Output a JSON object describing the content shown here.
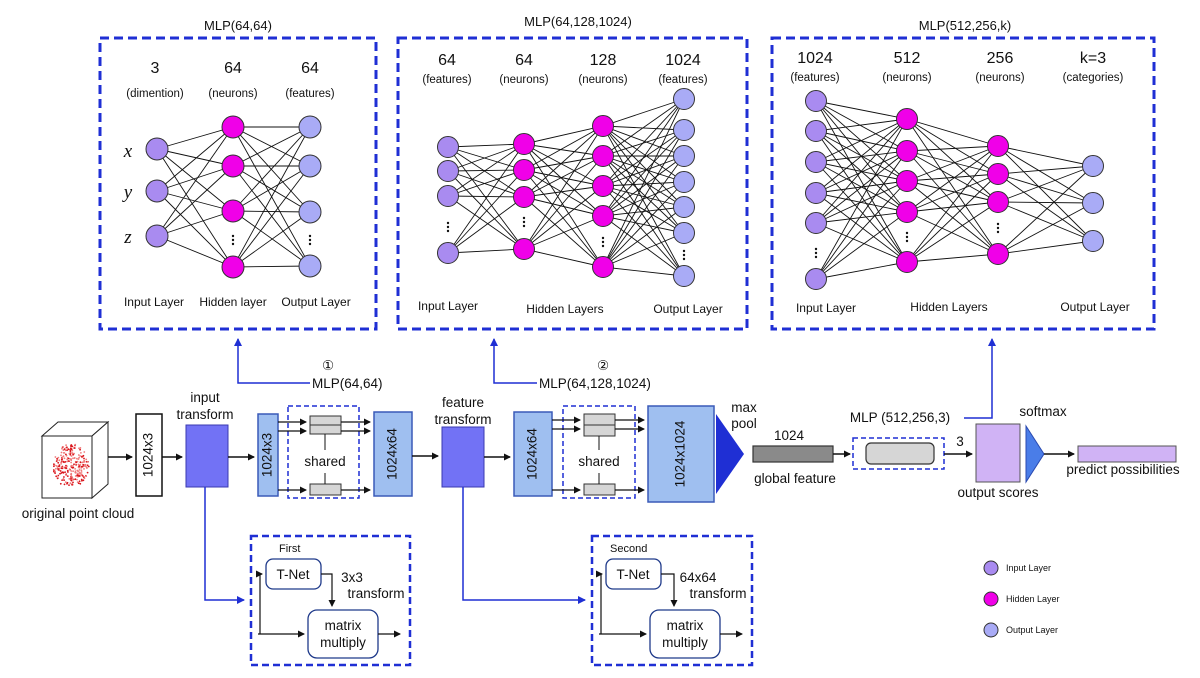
{
  "colors": {
    "input_node": "#a98bf0",
    "hidden_node": "#f000e8",
    "output_node": "#a9abf6",
    "panel_border": "#1f2fd4",
    "transform_box": "#7272f5",
    "layer_block": "#9fbff0",
    "arrow": "#1f2fd4"
  },
  "panels": [
    {
      "title": "MLP(64,64)",
      "sizes": [
        "3",
        "64",
        "64"
      ],
      "units": [
        "(dimention)",
        "(neurons)",
        "(features)"
      ],
      "vars": [
        "x",
        "y",
        "z"
      ],
      "captions": [
        "Input Layer",
        "Hidden layer",
        "Output Layer"
      ]
    },
    {
      "title": "MLP(64,128,1024)",
      "sizes": [
        "64",
        "64",
        "128",
        "1024"
      ],
      "units": [
        "(features)",
        "(neurons)",
        "(neurons)",
        "(features)"
      ],
      "captions": [
        "Input Layer",
        "Hidden Layers",
        "Output Layer"
      ]
    },
    {
      "title": "MLP(512,256,k)",
      "sizes": [
        "1024",
        "512",
        "256",
        "k=3"
      ],
      "units": [
        "(features)",
        "(neurons)",
        "(neurons)",
        "(categories)"
      ],
      "captions": [
        "Input Layer",
        "Hidden Layers",
        "Output Layer"
      ]
    }
  ],
  "pipeline": {
    "original": "original point cloud",
    "input_dims": "1024x3",
    "input_transform": [
      "input",
      "transform"
    ],
    "block_1024x3": "1024x3",
    "shared_1": "shared",
    "block_1024x64_a": "1024x64",
    "mlp1_marker": "①",
    "mlp1_label": "MLP(64,64)",
    "feature_transform": [
      "feature",
      "transform"
    ],
    "block_1024x64_b": "1024x64",
    "shared_2": "shared",
    "block_1024x1024": "1024x1024",
    "mlp2_marker": "②",
    "mlp2_label": "MLP(64,128,1024)",
    "max_pool": [
      "max",
      "pool"
    ],
    "global_dim": "1024",
    "global_feature": "global feature",
    "mlp3_label": "MLP (512,256,3)",
    "out_dim": "3",
    "output_scores": "output scores",
    "softmax": "softmax",
    "predict": "predict possibilities"
  },
  "tnets": [
    {
      "title": "First",
      "tnet": "T-Net",
      "transform": [
        "3x3",
        "transform"
      ],
      "mult": [
        "matrix",
        "multiply"
      ]
    },
    {
      "title": "Second",
      "tnet": "T-Net",
      "transform": [
        "64x64",
        "transform"
      ],
      "mult": [
        "matrix",
        "multiply"
      ]
    }
  ],
  "legend": [
    "Input Layer",
    "Hidden Layer",
    "Output Layer"
  ]
}
